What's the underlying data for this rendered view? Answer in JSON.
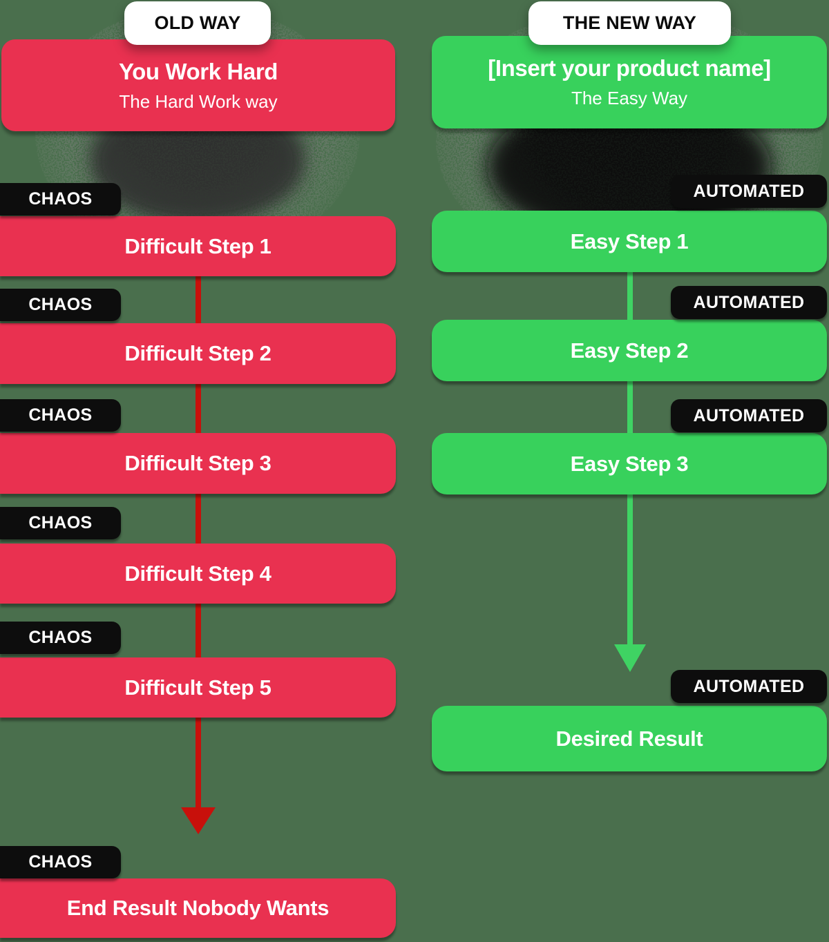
{
  "colors": {
    "background": "#4a6f4d",
    "old_box": "#e93150",
    "old_arrow": "#c8100b",
    "new_box": "#38d15c",
    "new_arrow": "#3fd363",
    "tag_bg": "#0d0d0d",
    "tag_text": "#ffffff",
    "pill_bg": "#ffffff",
    "pill_text": "#0a0a0a",
    "box_text": "#ffffff"
  },
  "old_column": {
    "badge": "OLD WAY",
    "header": {
      "title": "You Work Hard",
      "subtitle": "The Hard Work way"
    },
    "tag": "CHAOS",
    "steps": [
      "Difficult Step 1",
      "Difficult Step 2",
      "Difficult Step 3",
      "Difficult Step 4",
      "Difficult Step 5"
    ],
    "result": "End Result Nobody Wants"
  },
  "new_column": {
    "badge": "THE NEW WAY",
    "header": {
      "title": "[Insert your product name]",
      "subtitle": "The Easy Way"
    },
    "tag": "AUTOMATED",
    "steps": [
      "Easy Step 1",
      "Easy Step 2",
      "Easy Step 3"
    ],
    "result": "Desired Result"
  }
}
